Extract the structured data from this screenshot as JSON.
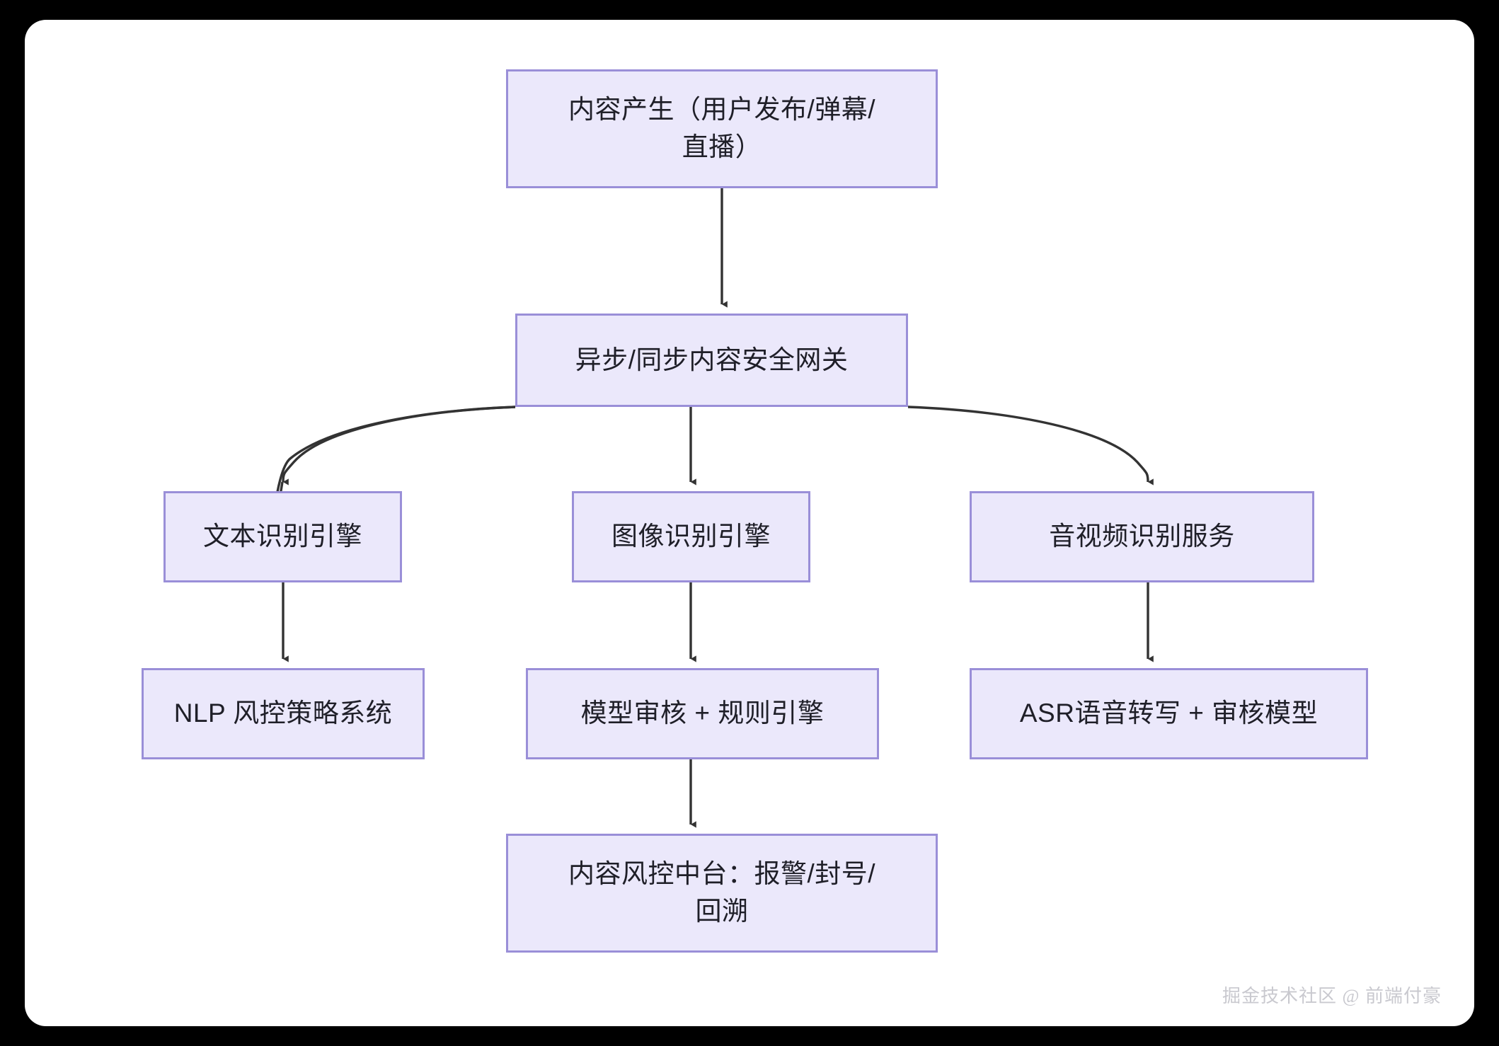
{
  "diagram": {
    "type": "flowchart",
    "direction": "top-down",
    "theme": {
      "page_background": "#000000",
      "card_background": "#ffffff",
      "node_fill": "#ebe8fb",
      "node_border": "#9a8fd8",
      "node_text": "#1f1f28",
      "edge_color": "#333333",
      "watermark_color": "#c9c9cf"
    },
    "nodes": [
      {
        "id": "produce",
        "label": "内容产生（用户发布/弹幕/\n直播）"
      },
      {
        "id": "gateway",
        "label": "异步/同步内容安全网关"
      },
      {
        "id": "text",
        "label": "文本识别引擎"
      },
      {
        "id": "image",
        "label": "图像识别引擎"
      },
      {
        "id": "av",
        "label": "音视频识别服务"
      },
      {
        "id": "nlp",
        "label": "NLP 风控策略系统"
      },
      {
        "id": "rule",
        "label": "模型审核 + 规则引擎"
      },
      {
        "id": "asr",
        "label": "ASR语音转写 + 审核模型"
      },
      {
        "id": "center",
        "label": "内容风控中台：报警/封号/\n回溯"
      }
    ],
    "edges": [
      {
        "from": "produce",
        "to": "gateway",
        "style": "straight-arrow"
      },
      {
        "from": "gateway",
        "to": "text",
        "style": "curved-arrow"
      },
      {
        "from": "gateway",
        "to": "image",
        "style": "straight-arrow"
      },
      {
        "from": "gateway",
        "to": "av",
        "style": "curved-arrow"
      },
      {
        "from": "text",
        "to": "nlp",
        "style": "straight-arrow"
      },
      {
        "from": "image",
        "to": "rule",
        "style": "straight-arrow"
      },
      {
        "from": "av",
        "to": "asr",
        "style": "straight-arrow"
      },
      {
        "from": "rule",
        "to": "center",
        "style": "straight-arrow"
      }
    ]
  },
  "watermark": {
    "text": "掘金技术社区 @ 前端付豪"
  }
}
